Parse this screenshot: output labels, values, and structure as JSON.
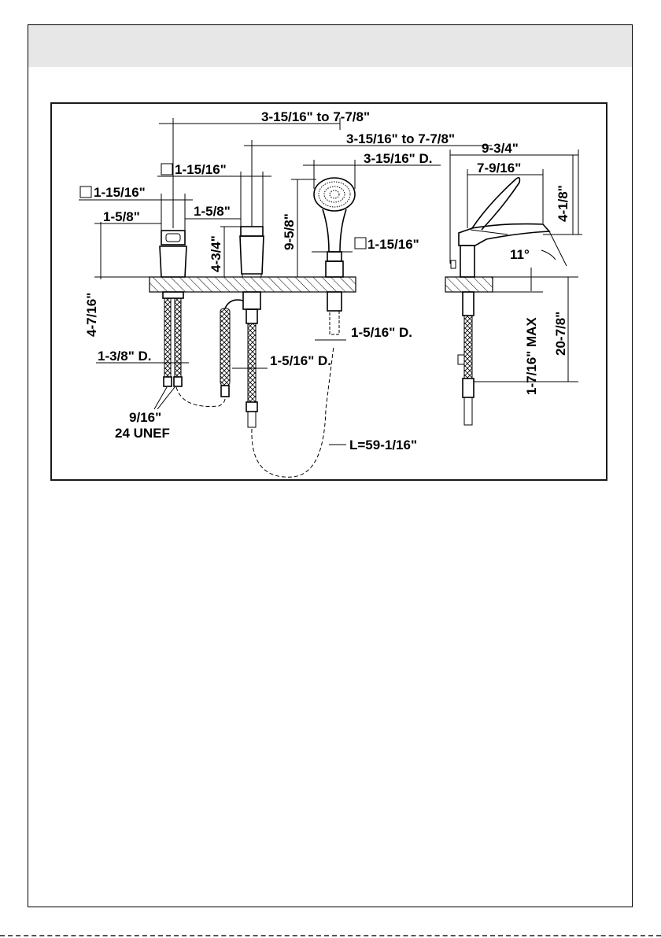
{
  "dimensions": {
    "spread_top": "3-15/16\" to 7-7/8\"",
    "spread_second": "3-15/16\" to 7-7/8\"",
    "handshower_head_dia": "3-15/16\" D.",
    "square_body_a": "1-15/16\"",
    "square_body_b": "1-15/16\"",
    "square_handshower": "1-15/16\"",
    "handle_width_a": "1-5/8\"",
    "handle_width_b": "1-5/8\"",
    "valve_height": "4-3/4\"",
    "handshower_height": "9-5/8\"",
    "valve_base_height": "4-7/16\"",
    "shank_dia": "1-3/8\" D.",
    "hose_dia_mid": "1-5/16\" D.",
    "hose_dia_right": "1-5/16\" D.",
    "thread_size": "9/16\"",
    "thread_type": "24 UNEF",
    "hose_length": "L=59-1/16\"",
    "spout_reach": "9-3/4\"",
    "spout_reach_inner": "7-9/16\"",
    "spout_height": "4-1/8\"",
    "spout_angle": "11°",
    "deck_thickness_max": "1-7/16\" MAX",
    "overall_below_deck": "20-7/8\""
  },
  "colors": {
    "header_band": "#e7e7e7",
    "line": "#000000"
  }
}
